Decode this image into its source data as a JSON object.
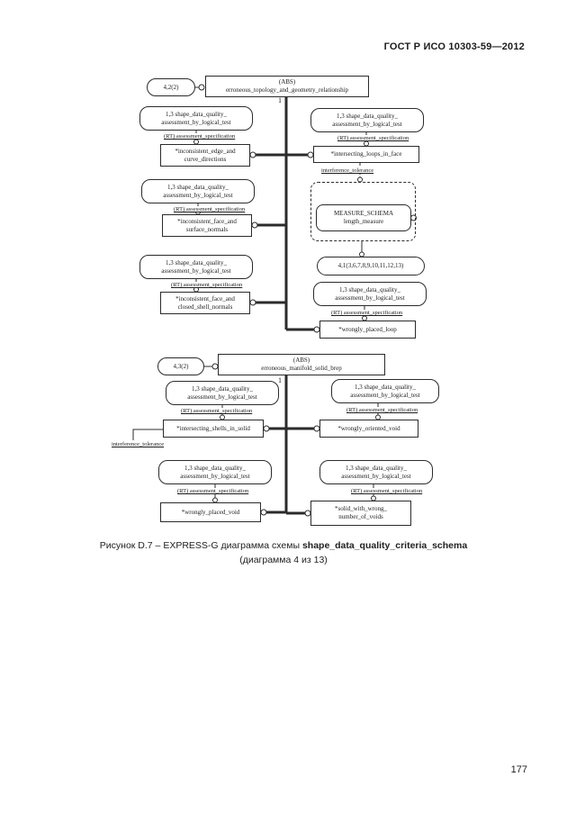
{
  "page": {
    "header": "ГОСТ Р ИСО 10303-59—2012",
    "page_number": "177",
    "caption_prefix": "Рисунок D.7 – EXPRESS-G диаграмма схемы ",
    "caption_schema": "shape_data_quality_criteria_schema",
    "caption_line2": "(диаграмма 4 из 13)"
  },
  "diagram": {
    "shared": {
      "abs_tag": "(ABS)",
      "one_of": "1",
      "ref_line1": "1,3 shape_data_quality_",
      "ref_line2": "assessment_by_logical_test",
      "rt_label": "(RT) assessment_specification",
      "interference_label": "interference_tolerance"
    },
    "page_refs": {
      "r42": "4,2(2)",
      "r41": "4,1(3,6,7,8,9,10,11,12,13)",
      "r43": "4,3(2)"
    },
    "abs_entities": {
      "topology": "erroneous_topology_and_geometry_relationship",
      "solid_brep": "erroneous_manifold_solid_brep"
    },
    "interschema": {
      "line1": "MEASURE_SCHEMA",
      "line2": "length_measure"
    },
    "entities": {
      "e1": {
        "line1": "*inconsistent_edge_and",
        "line2": "curve_directions"
      },
      "e2": {
        "line1": "*inconsistent_face_and",
        "line2": "surface_normals"
      },
      "e3": {
        "line1": "*inconsistent_face_and",
        "line2": "closed_shell_normals"
      },
      "e4": {
        "line1": "*intersecting_loops_in_face"
      },
      "e5": {
        "line1": "*wrongly_placed_loop"
      },
      "e6": {
        "line1": "*intersecting_shells_in_solid"
      },
      "e7": {
        "line1": "*wrongly_placed_void"
      },
      "e8": {
        "line1": "*wrongly_oriented_void"
      },
      "e9": {
        "line1": "*solid_with_wrong_",
        "line2": "number_of_voids"
      }
    }
  }
}
